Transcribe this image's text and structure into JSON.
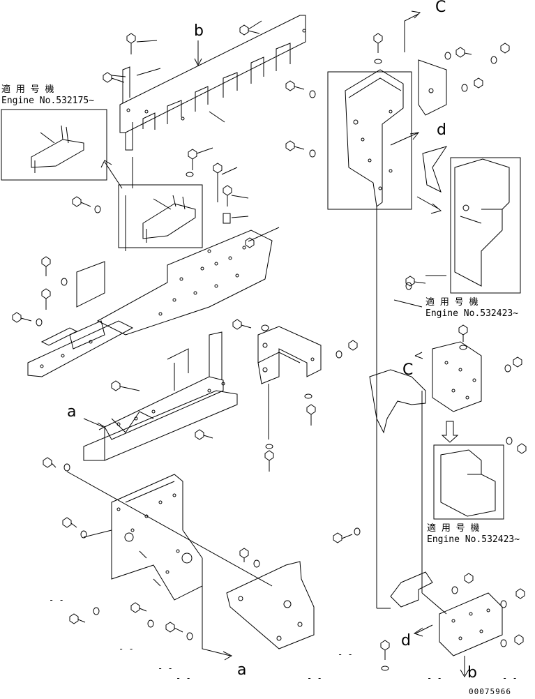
{
  "reference_letters": {
    "b_top": "b",
    "c_top": "C",
    "d_mid": "d",
    "a_left": "a",
    "c_mid": "C",
    "d_bottom": "d",
    "a_bottom": "a",
    "b_bottom": "b"
  },
  "applicability_notes": [
    {
      "heading": "適 用 号 機",
      "engine": "Engine No.532175~"
    },
    {
      "heading": "適 用 号 機",
      "engine": "Engine No.532423~"
    },
    {
      "heading": "適 用 号 機",
      "engine": "Engine No.532423~"
    }
  ],
  "blank_refs": [
    "- -",
    "- -",
    "- -",
    "- -",
    "- -",
    "- -",
    "- -",
    "- -"
  ],
  "drawing_number": "00075966",
  "colors": {
    "line": "#000000",
    "background": "#ffffff"
  }
}
